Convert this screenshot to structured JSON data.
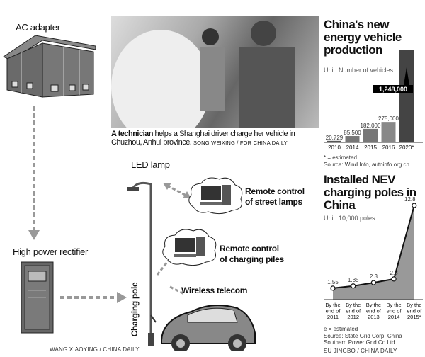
{
  "diagram": {
    "ac_adapter": "AC adapter",
    "rectifier": "High power rectifier",
    "led_lamp": "LED lamp",
    "remote_street_lamps_1": "Remote control",
    "remote_street_lamps_2": "of street lamps",
    "remote_piles_1": "Remote control",
    "remote_piles_2": "of charging piles",
    "wireless": "Wireless telecom",
    "charging_pole": "Charging pole",
    "credit": "WANG XIAOYING / CHINA DAILY"
  },
  "photo": {
    "caption_bold": "A technician",
    "caption_rest": " helps a Shanghai driver charge her vehicle in Chuzhou, Anhui province.",
    "credit": "SONG WEIXING / FOR CHINA DAILY"
  },
  "chart_data": [
    {
      "type": "bar",
      "title": "China's new energy vehicle production",
      "subtitle": "Unit: Number of vehicles",
      "categories": [
        "2010",
        "2014",
        "2015",
        "2016",
        "2020*"
      ],
      "values": [
        20729,
        85500,
        182000,
        275000,
        1248000
      ],
      "value_labels": [
        "20,729",
        "85,500",
        "182,000",
        "275,000",
        "1,248,000"
      ],
      "ylim": [
        0,
        1248000
      ],
      "grid": false,
      "footnote": "* = estimated",
      "source": "Source: Wind Info, autoinfo.org.cn",
      "colors": [
        "#555555",
        "#777777",
        "#777777",
        "#888888",
        "#444444"
      ]
    },
    {
      "type": "area",
      "title": "Installed NEV charging poles in China",
      "subtitle": "Unit: 10,000 poles",
      "categories": [
        "By the end of 2011",
        "By the end of 2012",
        "By the end of 2013",
        "By the end of 2014",
        "By the end of 2015*"
      ],
      "category_lines": [
        [
          "By the",
          "end of",
          "2011"
        ],
        [
          "By the",
          "end of",
          "2012"
        ],
        [
          "By the",
          "end of",
          "2013"
        ],
        [
          "By the",
          "end of",
          "2014"
        ],
        [
          "By the",
          "end of",
          "2015*"
        ]
      ],
      "values": [
        1.55,
        1.85,
        2.3,
        2.8,
        12.8
      ],
      "value_labels": [
        "1.55",
        "1.85",
        "2.3",
        "2.8",
        "12.8"
      ],
      "ylim": [
        0,
        12.8
      ],
      "grid": false,
      "footnote": "e = estimated",
      "source_1": "Source: State Grid Corp, China",
      "source_2": "Southern Power Grid Co Ltd",
      "credit": "SU JINGBO / CHINA DAILY",
      "colors": [
        "#999999",
        "#111111"
      ]
    }
  ]
}
